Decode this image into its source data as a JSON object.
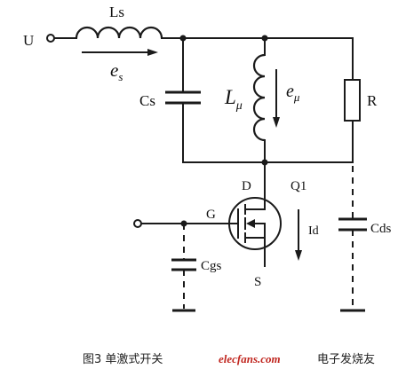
{
  "labels": {
    "input_terminal": "U",
    "series_inductor": "Ls",
    "series_emf": "e",
    "series_emf_sub": "s",
    "cap_s": "Cs",
    "magnetizing_inductor": "L",
    "magnetizing_inductor_sub": "μ",
    "magnetizing_emf": "e",
    "magnetizing_emf_sub": "μ",
    "resistor": "R",
    "drain": "D",
    "transistor": "Q1",
    "gate": "G",
    "source": "S",
    "drain_current": "Id",
    "cap_ds": "Cds",
    "cap_gs": "Cgs"
  },
  "caption": {
    "figure_text": "图3 单激式开关",
    "watermark": "elecfans.com",
    "watermark_cn": "电子发烧友"
  }
}
